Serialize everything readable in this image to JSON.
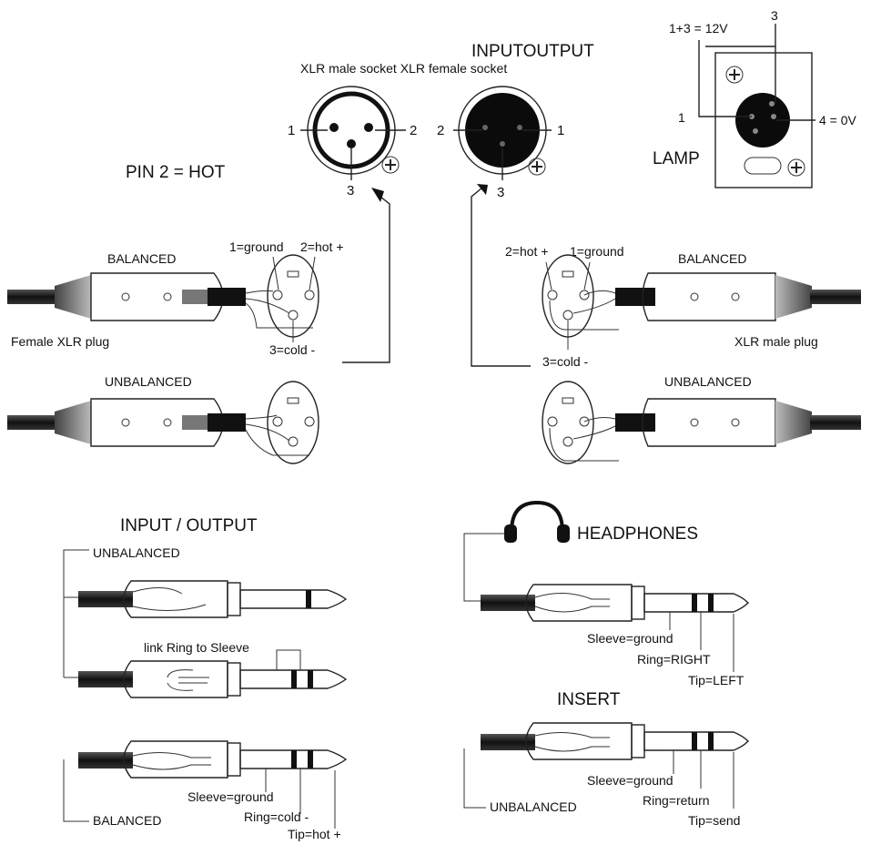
{
  "top": {
    "input_output": "INPUTOUTPUT",
    "socket_caption": "XLR male socket XLR female socket",
    "pin2_hot": "PIN 2 = HOT",
    "male_socket_pins": {
      "p1": "1",
      "p2": "2",
      "p3": "3"
    },
    "female_socket_pins": {
      "p2": "2",
      "p1": "1",
      "p3": "3"
    }
  },
  "lamp": {
    "formula": "1+3 = 12V",
    "pin3": "3",
    "pin1": "1",
    "pin4": "4 = 0V",
    "label": "LAMP"
  },
  "xlr_left": {
    "balanced": "BALANCED",
    "ground": "1=ground",
    "hot": "2=hot +",
    "cold": "3=cold -",
    "plug_name": "Female XLR plug",
    "unbalanced": "UNBALANCED"
  },
  "xlr_right": {
    "balanced": "BALANCED",
    "hot": "2=hot +",
    "ground": "1=ground",
    "cold": "3=cold -",
    "plug_name": "XLR male plug",
    "unbalanced": "UNBALANCED"
  },
  "jack_io": {
    "title": "INPUT / OUTPUT",
    "unbalanced": "UNBALANCED",
    "link": "link Ring to Sleeve",
    "balanced": "BALANCED",
    "sleeve": "Sleeve=ground",
    "ring": "Ring=cold -",
    "tip": "Tip=hot +"
  },
  "headphones": {
    "title": "HEADPHONES",
    "sleeve": "Sleeve=ground",
    "ring": "Ring=RIGHT",
    "tip": "Tip=LEFT"
  },
  "insert": {
    "title": "INSERT",
    "unbalanced": "UNBALANCED",
    "sleeve": "Sleeve=ground",
    "ring": "Ring=return",
    "tip": "Tip=send"
  }
}
